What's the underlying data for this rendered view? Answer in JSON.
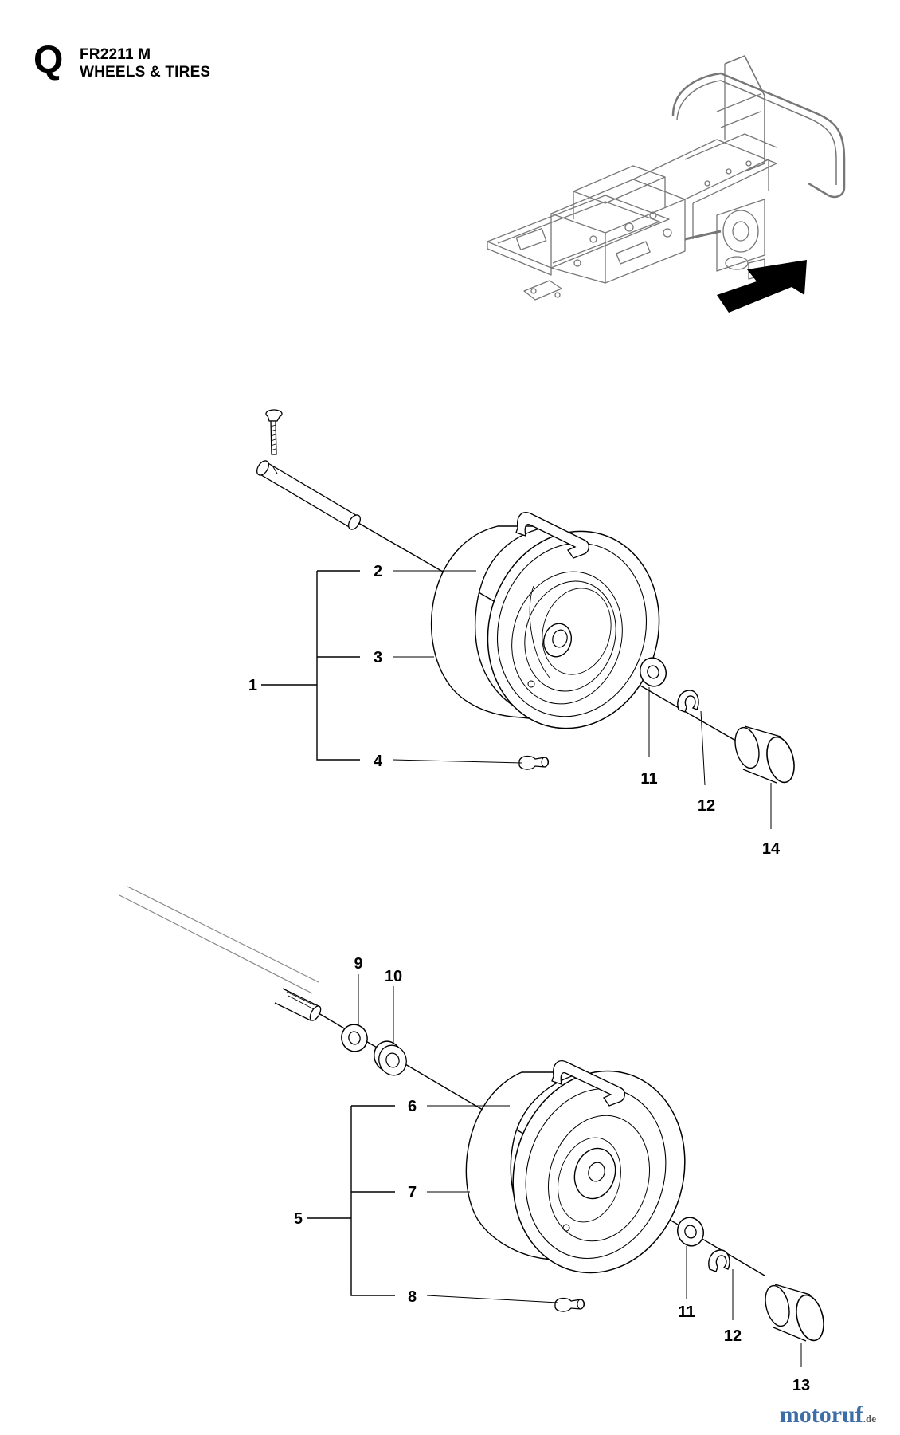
{
  "header": {
    "section_letter": "Q",
    "model": "FR2211 M",
    "title": "WHEELS & TIRES"
  },
  "callouts": {
    "front": [
      "2",
      "3",
      "1",
      "4",
      "11",
      "12",
      "14"
    ],
    "rear": [
      "9",
      "10",
      "6",
      "7",
      "5",
      "8",
      "11",
      "12",
      "13"
    ]
  },
  "icons": [
    "chassis-overview",
    "direction-arrow",
    "bolt",
    "front-axle-pin",
    "front-wheel",
    "tire-valve",
    "washer",
    "circlip",
    "hub-cap",
    "rear-axle",
    "spacer",
    "rear-wheel"
  ],
  "colors": {
    "line": "#000000",
    "logo": "#3e6ea8"
  },
  "logo": {
    "text": "motoruf",
    "suffix": ".de"
  }
}
